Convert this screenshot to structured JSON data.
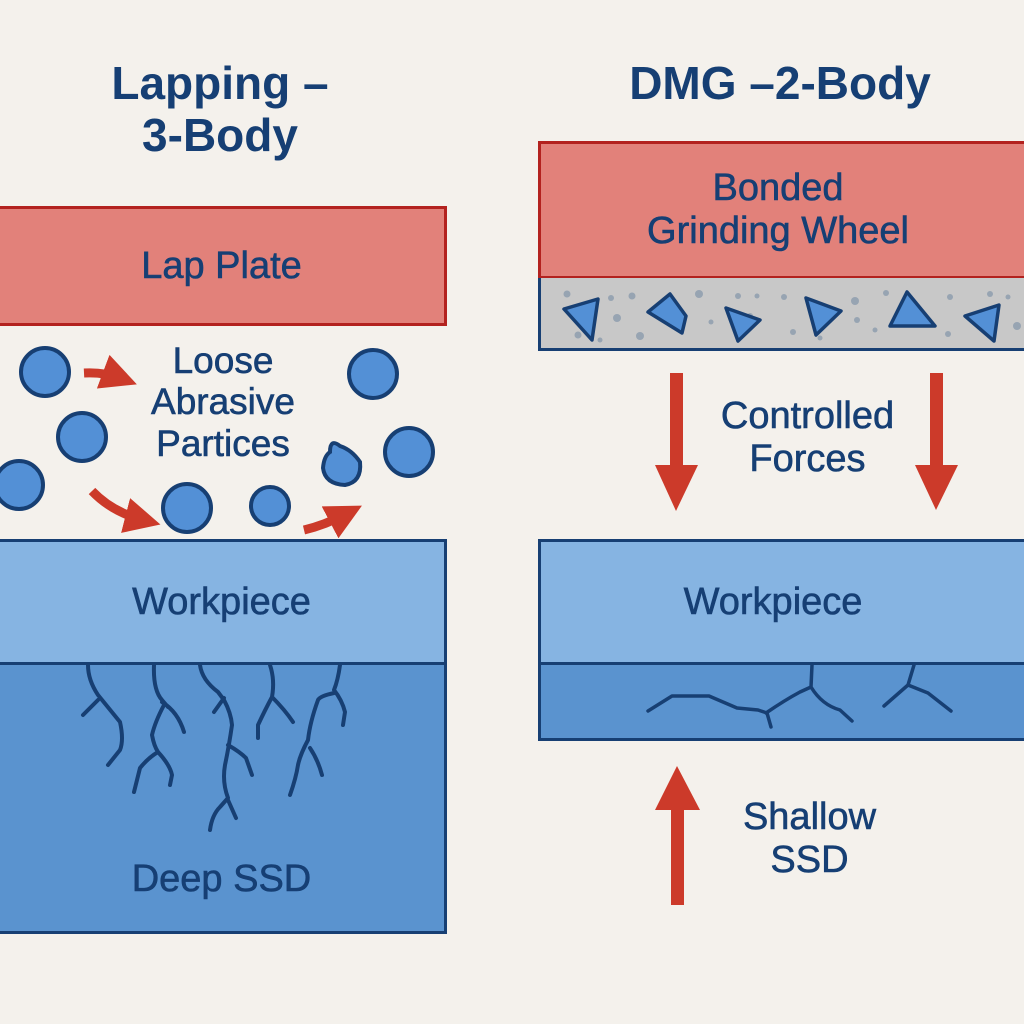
{
  "left_panel": {
    "title": "Lapping –\n3-Body",
    "lap_plate_label": "Lap Plate",
    "particles_label": "Loose\nAbrasive\nPartices",
    "workpiece_label": "Workpiece",
    "ssd_label": "Deep SSD"
  },
  "right_panel": {
    "title": "DMG –2-Body",
    "wheel_label": "Bonded\nGrinding Wheel",
    "forces_label": "Controlled\nForces",
    "workpiece_label": "Workpiece",
    "ssd_label": "Shallow\nSSD"
  },
  "colors": {
    "background": "#f4f1ec",
    "text": "#163f74",
    "red_fill": "#e2817a",
    "red_border": "#b3221f",
    "arrow_red": "#cc3a2a",
    "workpiece_light": "#86b4e2",
    "workpiece_dark": "#5a93cf",
    "particle_fill": "#5390d6",
    "outline": "#173f73",
    "bond_gray": "#c8c8c8"
  }
}
